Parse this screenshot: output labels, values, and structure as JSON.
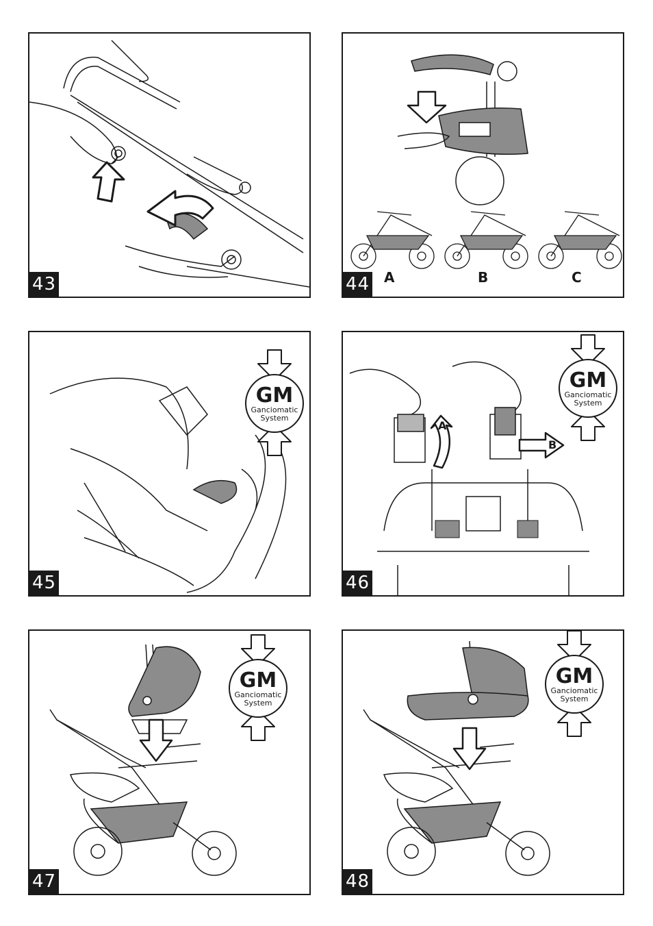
{
  "panels": {
    "p43": {
      "number": "43"
    },
    "p44": {
      "number": "44",
      "labels": [
        "A",
        "B",
        "C"
      ]
    },
    "p45": {
      "number": "45"
    },
    "p46": {
      "number": "46",
      "arrow_a": "A",
      "arrow_b": "B"
    },
    "p47": {
      "number": "47"
    },
    "p48": {
      "number": "48"
    }
  },
  "gm_badge": {
    "title": "GM",
    "line1": "Ganciomatic",
    "line2": "System"
  },
  "colors": {
    "ink": "#1a1a1a",
    "fabric": "#8c8c8c",
    "fabric_light": "#b5b5b5",
    "paper": "#ffffff"
  },
  "icons": [
    "arrow-up-icon",
    "arrow-curved-icon",
    "arrow-down-icon",
    "arrow-right-icon",
    "gm-system-icon"
  ]
}
